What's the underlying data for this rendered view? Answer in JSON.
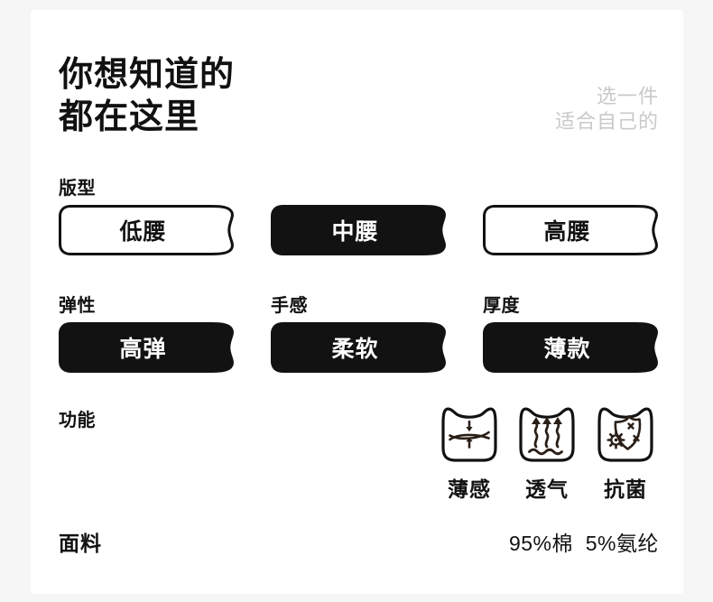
{
  "colors": {
    "page_bg": "#f6f6f6",
    "card_bg": "#ffffff",
    "ink": "#121212",
    "muted": "#c9c9c9",
    "icon_stroke": "#2a1f17"
  },
  "header": {
    "title_line1": "你想知道的",
    "title_line2": "都在这里",
    "tagline_line1": "选一件",
    "tagline_line2": "适合自己的"
  },
  "fit": {
    "label": "版型",
    "options": [
      {
        "label": "低腰",
        "selected": false
      },
      {
        "label": "中腰",
        "selected": true
      },
      {
        "label": "高腰",
        "selected": false
      }
    ]
  },
  "attributes": [
    {
      "label": "弹性",
      "value": "高弹"
    },
    {
      "label": "手感",
      "value": "柔软"
    },
    {
      "label": "厚度",
      "value": "薄款"
    }
  ],
  "features": {
    "label": "功能",
    "items": [
      {
        "icon": "thin-compress-icon",
        "label": "薄感"
      },
      {
        "icon": "breathable-steam-icon",
        "label": "透气"
      },
      {
        "icon": "antibacterial-shield-icon",
        "label": "抗菌"
      }
    ]
  },
  "fabric": {
    "label": "面料",
    "value": "95%棉  5%氨纶"
  }
}
